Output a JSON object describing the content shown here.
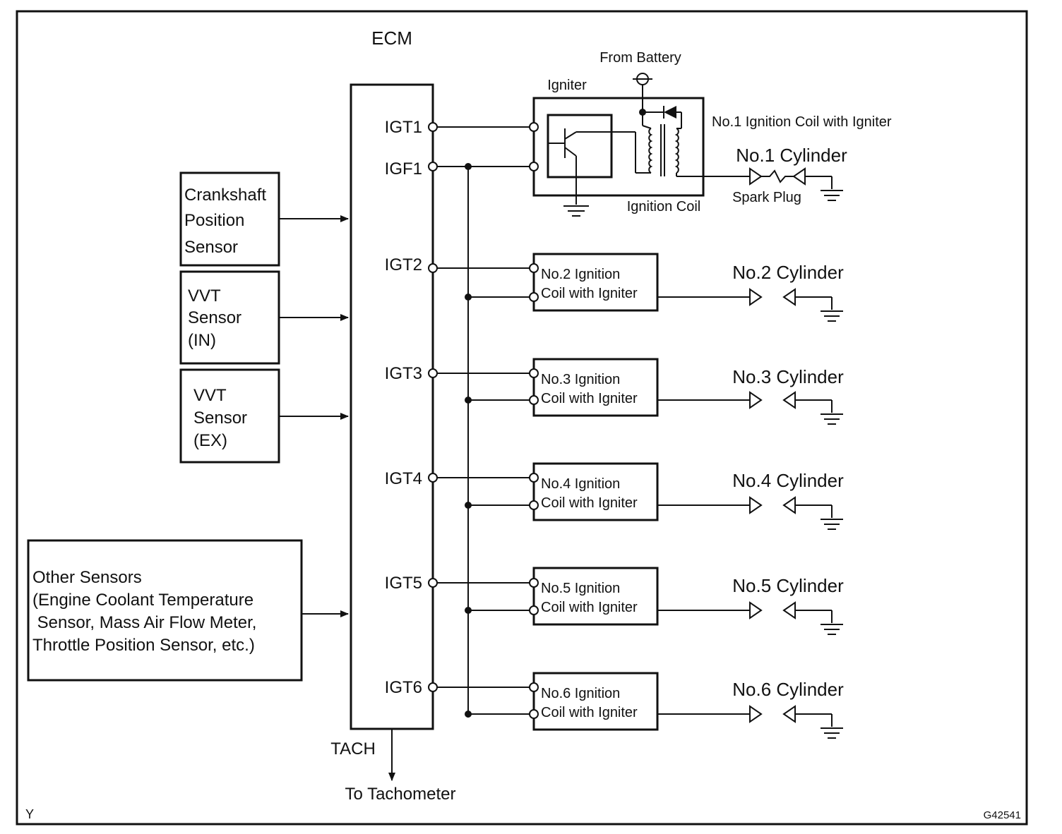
{
  "corner_left": "Y",
  "corner_right": "G42541",
  "ecm": {
    "title": "ECM",
    "tach_label": "TACH",
    "tach_target": "To Tachometer",
    "pins": [
      "IGT1",
      "IGF1",
      "IGT2",
      "IGT3",
      "IGT4",
      "IGT5",
      "IGT6"
    ]
  },
  "sensors": [
    {
      "lines": [
        "Crankshaft",
        "Position",
        "Sensor"
      ]
    },
    {
      "lines": [
        "VVT",
        "Sensor",
        "(IN)"
      ]
    },
    {
      "lines": [
        "VVT",
        "Sensor",
        "(EX)"
      ]
    },
    {
      "lines": [
        "Other Sensors",
        "(Engine Coolant Temperature",
        " Sensor, Mass Air Flow Meter,",
        "Throttle Position Sensor, etc.)"
      ]
    }
  ],
  "coil1": {
    "from_battery": "From Battery",
    "igniter_label": "Igniter",
    "assembly_label": "No.1 Ignition Coil with Igniter",
    "coil_label": "Ignition Coil",
    "spark_plug_label": "Spark Plug",
    "cylinder": "No.1 Cylinder"
  },
  "coils": [
    {
      "line1": "No.2 Ignition",
      "line2": "Coil with Igniter",
      "cylinder": "No.2 Cylinder"
    },
    {
      "line1": "No.3 Ignition",
      "line2": "Coil with Igniter",
      "cylinder": "No.3 Cylinder"
    },
    {
      "line1": "No.4 Ignition",
      "line2": "Coil with Igniter",
      "cylinder": "No.4 Cylinder"
    },
    {
      "line1": "No.5 Ignition",
      "line2": "Coil with Igniter",
      "cylinder": "No.5 Cylinder"
    },
    {
      "line1": "No.6 Ignition",
      "line2": "Coil with Igniter",
      "cylinder": "No.6 Cylinder"
    }
  ]
}
